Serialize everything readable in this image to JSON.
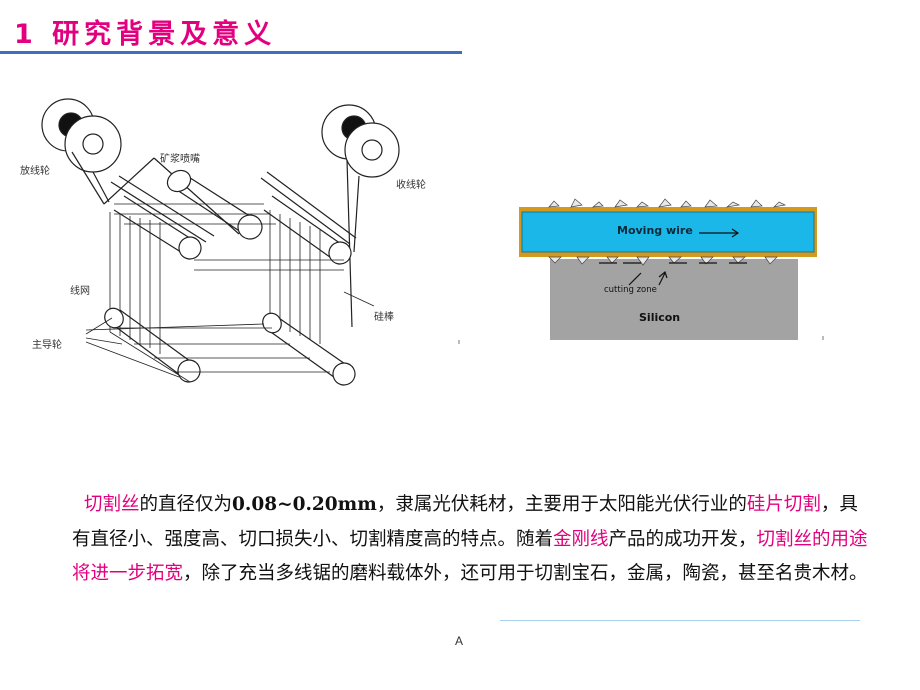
{
  "title": "1 研究背景及意义",
  "diagram": {
    "labels": {
      "payoff_wheel": "放线轮",
      "slurry_nozzle": "矿浆喷嘴",
      "takeup_wheel": "收线轮",
      "wire_web": "线网",
      "silicon_rod": "硅棒",
      "main_guide_wheel": "主导轮"
    }
  },
  "wire_figure": {
    "moving_wire": "Moving wire",
    "cutting_zone": "cutting zone",
    "silicon": "Silicon",
    "colors": {
      "wire": "#1ab7e8",
      "coating": "#d39a1f",
      "silicon": "#a3a3a3"
    }
  },
  "paragraph": {
    "s1": "切割丝",
    "s2": "的直径仅为",
    "s3": "0.08~0.20mm",
    "s4": "，隶属光伏耗材，主要用于太阳能光伏行业的",
    "s5": "硅片切割",
    "s6": "，具有直径小、强度高、切口损失小、切割精度高的特点。随着",
    "s7": "金刚线",
    "s8": "产品的成功开发，",
    "s9": "切割丝的用途将进一步拓宽",
    "s10": "，除了充当多线锯的磨料载体外，还可用于切割宝石，金属，陶瓷，甚至名贵木材。"
  },
  "footer": {
    "mark": "A"
  },
  "colors": {
    "title": "#e3007f",
    "highlight": "#e3007f",
    "rule": "#3d6ebf"
  }
}
